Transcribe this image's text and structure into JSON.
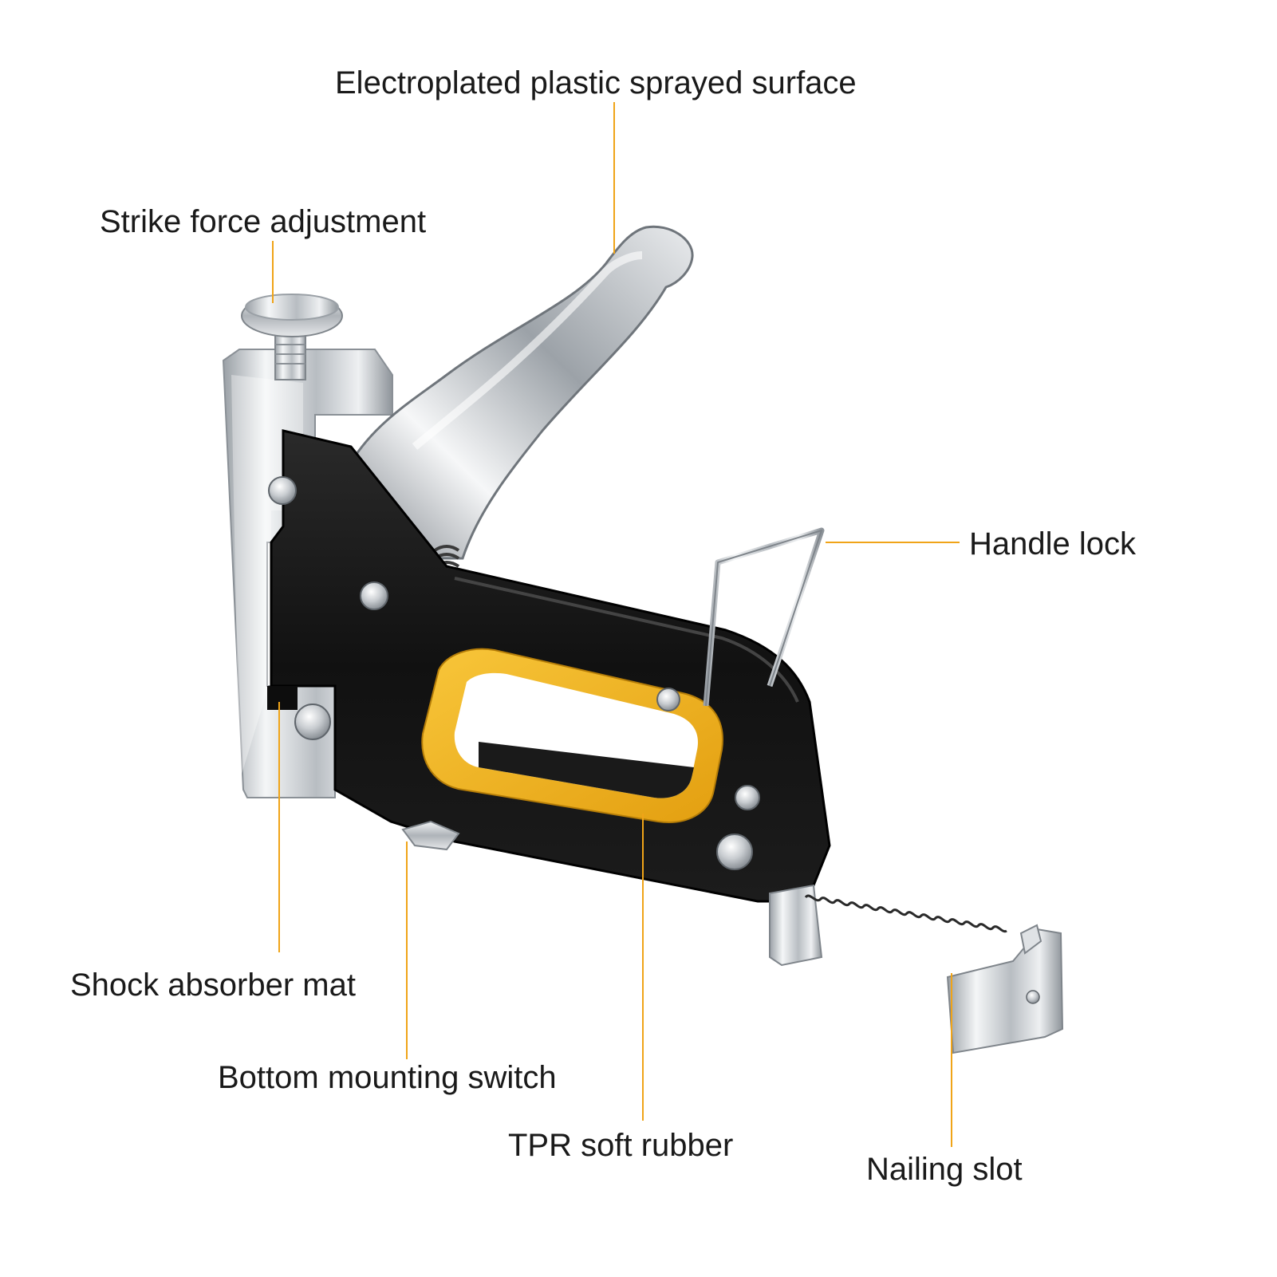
{
  "callouts": {
    "surface": "Electroplated plastic sprayed surface",
    "strike": "Strike force adjustment",
    "handle_lock": "Handle lock",
    "shock": "Shock absorber mat",
    "bottom_switch": "Bottom mounting switch",
    "tpr": "TPR soft rubber",
    "nailing_slot": "Nailing slot"
  },
  "colors": {
    "leader_line": "#f0a418",
    "body": "#141414",
    "rubber": "#f5b41c",
    "chrome": "#c8ccd0"
  }
}
